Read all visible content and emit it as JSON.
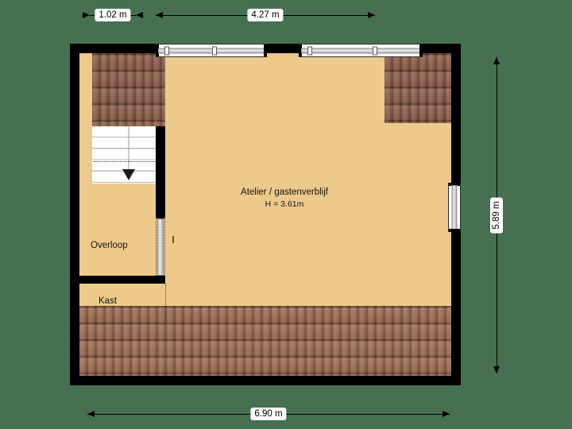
{
  "plan": {
    "title": "Floor plan - attic / atelier level",
    "background_color": "#477050",
    "wall_color": "#000000",
    "floor_color": "#edc98b",
    "roof_color": "#9a6a52"
  },
  "dimensions": {
    "top_left": {
      "value": "1.02 m",
      "orientation": "horizontal"
    },
    "top_right": {
      "value": "4.27 m",
      "orientation": "horizontal"
    },
    "right": {
      "value": "5.89 m",
      "orientation": "vertical"
    },
    "bottom": {
      "value": "6.90 m",
      "orientation": "horizontal"
    }
  },
  "rooms": [
    {
      "name": "main-room",
      "label": "Atelier / gastenverblijf",
      "height_label": "H = 3.61m"
    },
    {
      "name": "landing",
      "label": "Overloop"
    },
    {
      "name": "closet",
      "label": "Kast"
    }
  ],
  "features": {
    "stairs": {
      "label": "",
      "direction": "down"
    },
    "window_top_left": {
      "label": ""
    },
    "window_top_right": {
      "label": ""
    },
    "window_right": {
      "label": ""
    },
    "sliding_door": {
      "label": ""
    }
  }
}
